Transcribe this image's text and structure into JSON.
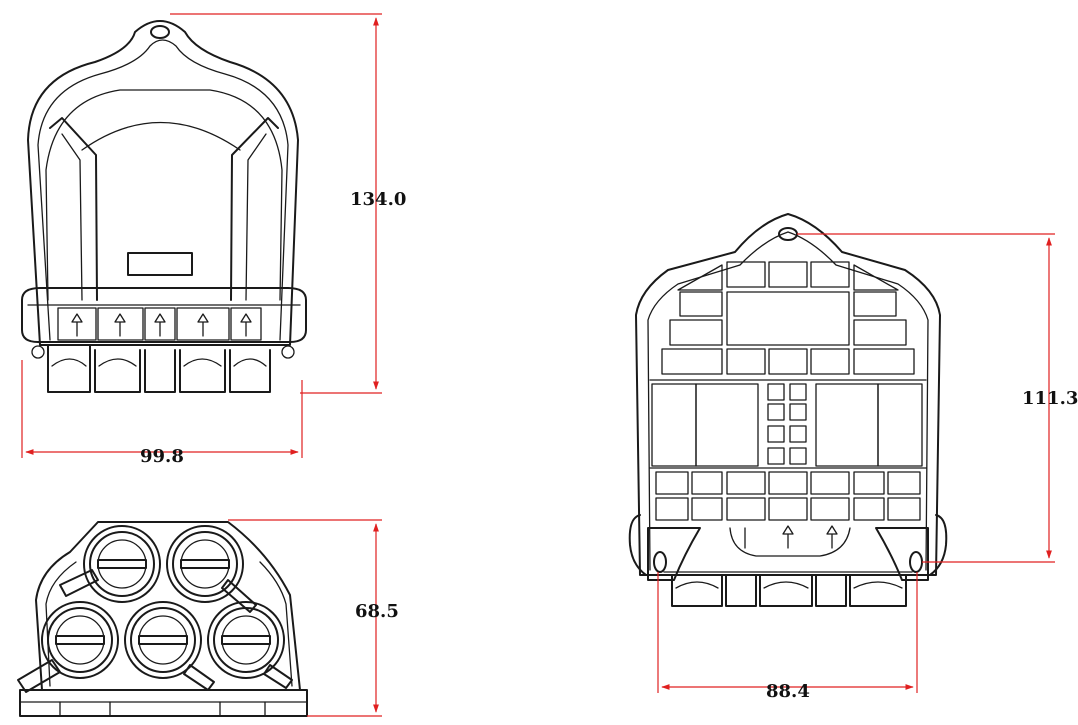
{
  "dimensions": {
    "top_view_height": "134.0",
    "top_view_width": "99.8",
    "front_view_height": "68.5",
    "back_view_height": "111.3",
    "back_view_width": "88.4"
  },
  "colors": {
    "outline": "#1a1a1a",
    "dimension_line": "#e02020",
    "background": "#ffffff"
  }
}
